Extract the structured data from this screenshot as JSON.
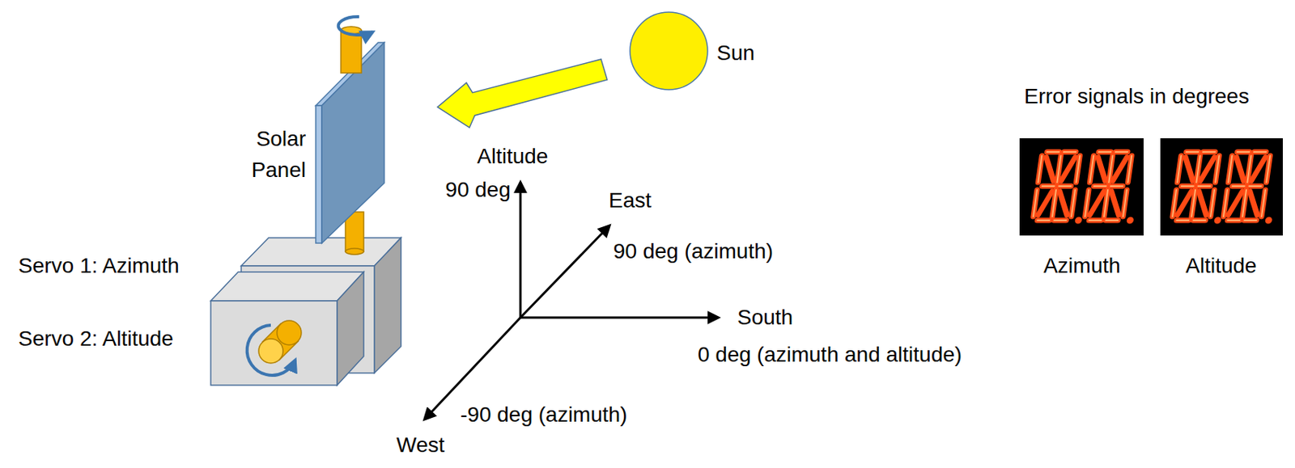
{
  "diagram": {
    "labels": [
      "Solar Panel",
      "Servo 1: Azimuth",
      "Servo 2: Altitude",
      "Sun",
      "Altitude",
      "90 deg",
      "East",
      "90 deg (azimuth)",
      "South",
      "0 deg (azimuth and altitude)",
      "-90 deg (azimuth)",
      "West",
      "Error signals in degrees",
      "Azimuth",
      "Altitude"
    ]
  }
}
